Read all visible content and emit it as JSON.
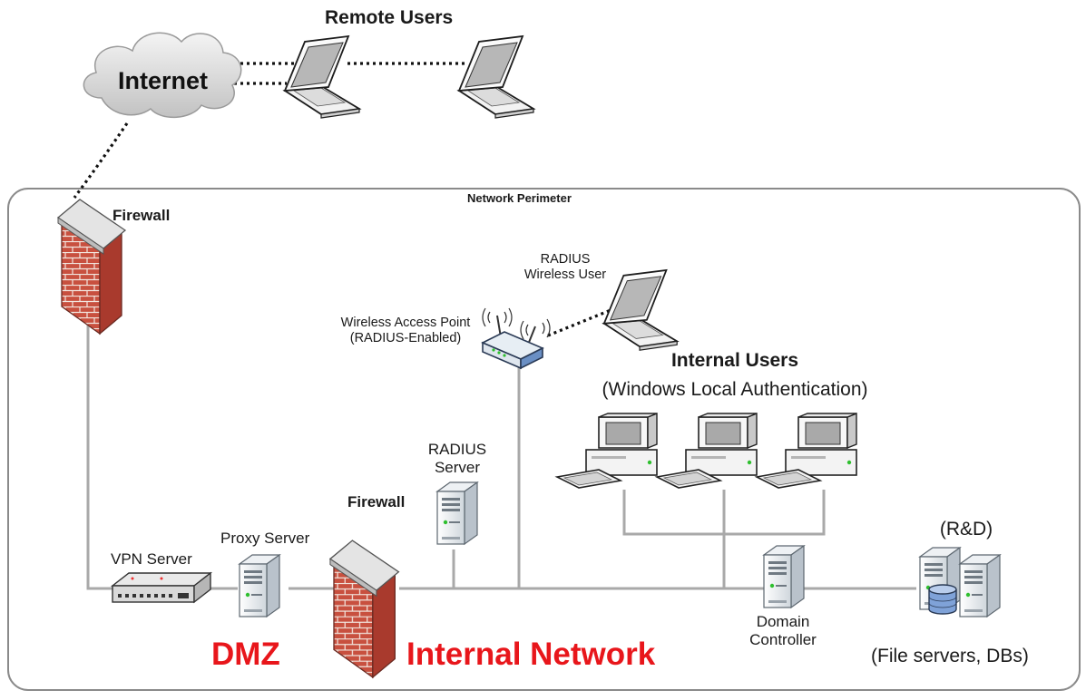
{
  "labels": {
    "remote_users": "Remote Users",
    "internet": "Internet",
    "network_perimeter": "Network Perimeter",
    "firewall_outer": "Firewall",
    "firewall_inner": "Firewall",
    "radius_wireless_user_1": "RADIUS",
    "radius_wireless_user_2": "Wireless User",
    "wap_1": "Wireless Access Point",
    "wap_2": "(RADIUS-Enabled)",
    "internal_users_title": "Internal Users",
    "internal_users_sub": "(Windows Local Authentication)",
    "radius_server_1": "RADIUS",
    "radius_server_2": "Server",
    "proxy_server": "Proxy Server",
    "vpn_server": "VPN Server",
    "dmz": "DMZ",
    "internal_network": "Internal Network",
    "domain_controller_1": "Domain",
    "domain_controller_2": "Controller",
    "rnd": "(R&D)",
    "file_servers": "(File servers, DBs)"
  },
  "colors": {
    "zone_label": "#e8161b",
    "link_line": "#a9a9a9",
    "perimeter": "#8a8a8a",
    "brick": "#c5493a",
    "dotted_link": "#111111"
  },
  "icons": [
    "cloud-icon",
    "laptop-icon",
    "firewall-icon",
    "wireless-router-icon",
    "desktop-computer-icon",
    "server-tower-icon",
    "network-switch-icon",
    "database-icon"
  ]
}
